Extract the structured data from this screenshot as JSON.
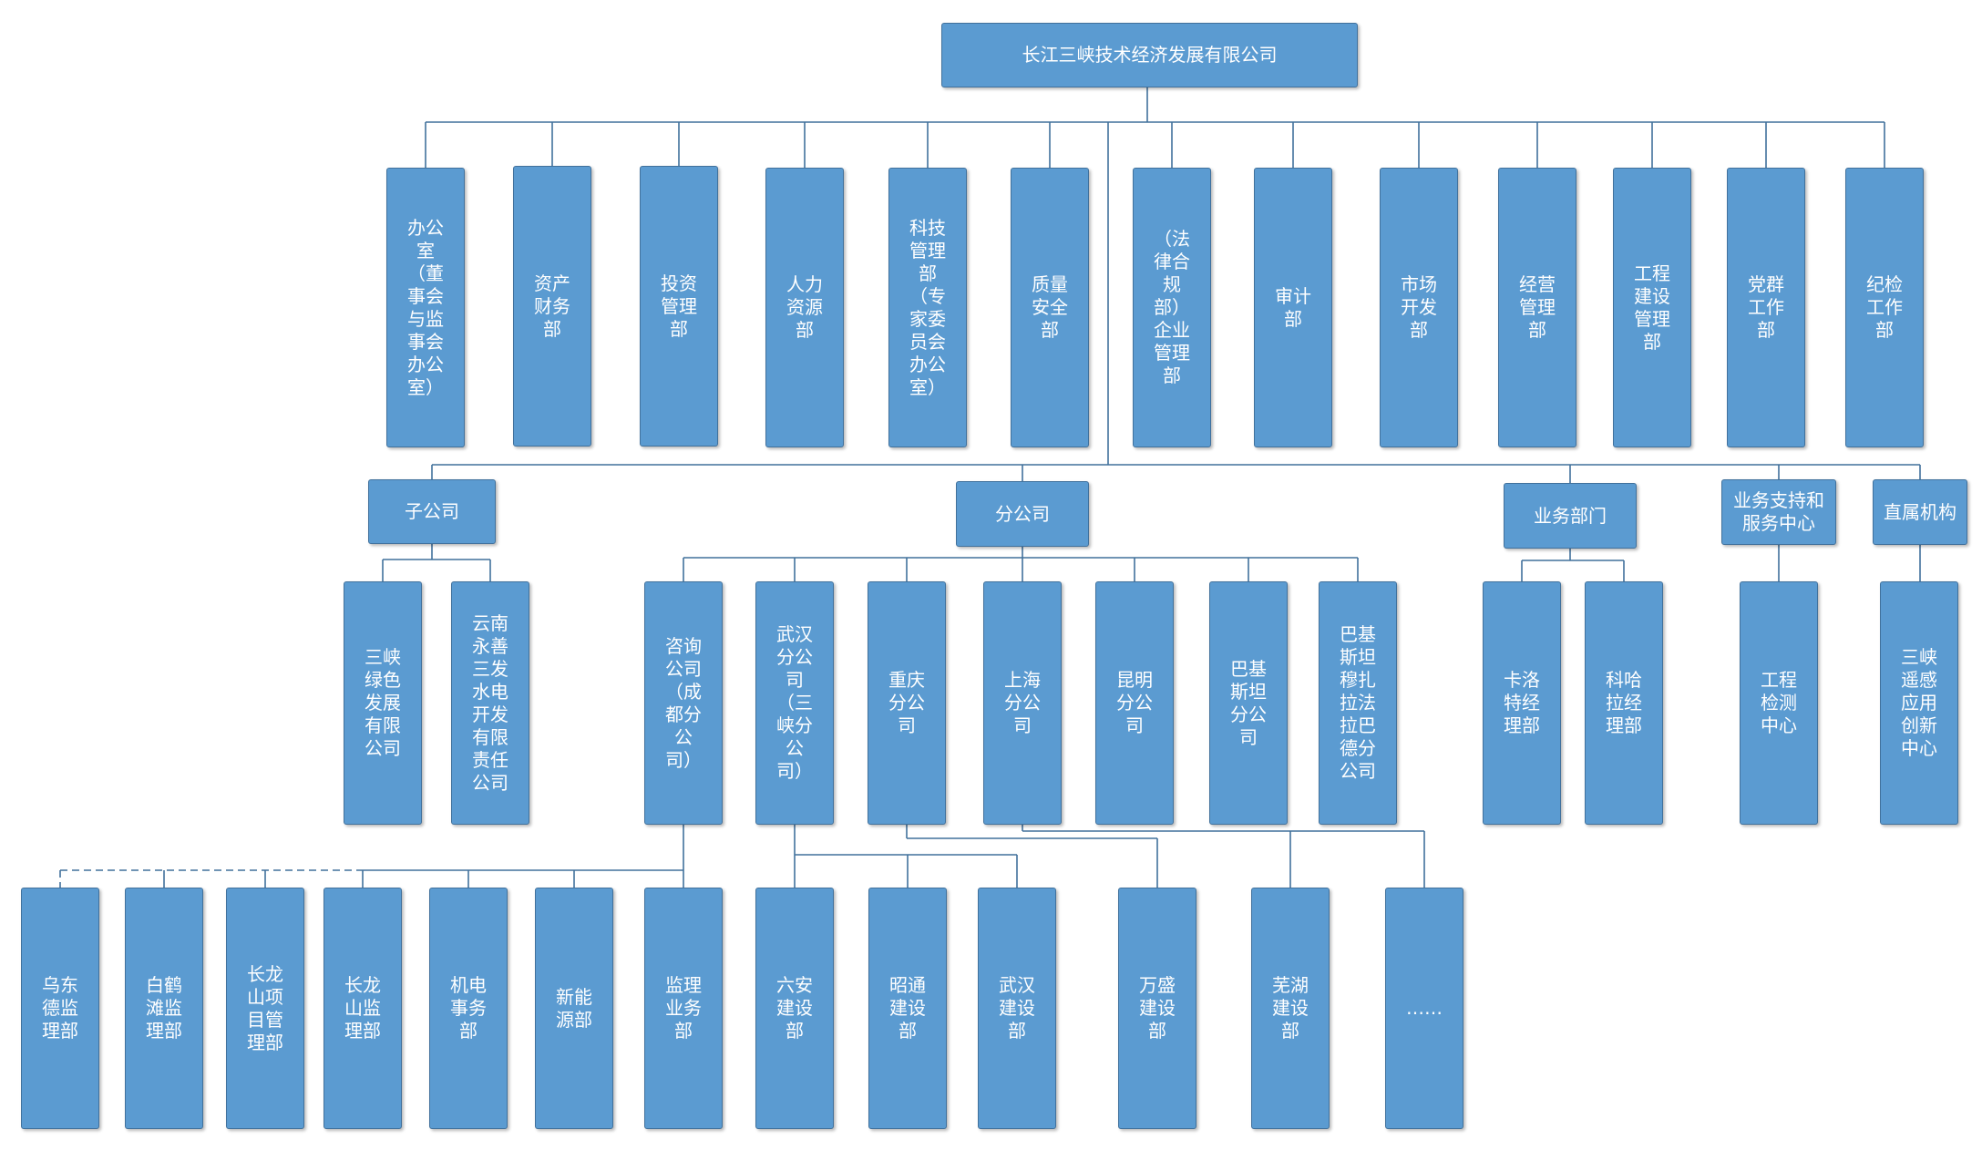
{
  "root": {
    "label": "长江三峡技术经济发展有限公司"
  },
  "departments": [
    {
      "label": "办公室（董事会与监事会办公室）"
    },
    {
      "label": "资产财务部"
    },
    {
      "label": "投资管理部"
    },
    {
      "label": "人力资源部"
    },
    {
      "label": "科技管理部（专家委员会办公室）"
    },
    {
      "label": "质量安全部"
    },
    {
      "label": "（法律合规部）企业管理部"
    },
    {
      "label": "审计部"
    },
    {
      "label": "市场开发部"
    },
    {
      "label": "经营管理部"
    },
    {
      "label": "工程建设管理部"
    },
    {
      "label": "党群工作部"
    },
    {
      "label": "纪检工作部"
    }
  ],
  "categories": {
    "subsidiary": "子公司",
    "branch": "分公司",
    "business": "业务部门",
    "support": "业务支持和服务中心",
    "direct": "直属机构"
  },
  "subsidiaries": [
    {
      "label": "三峡绿色发展有限公司"
    },
    {
      "label": "云南永善三发水电开发有限责任公司"
    }
  ],
  "branches": [
    {
      "label": "咨询公司（成都分公司）"
    },
    {
      "label": "武汉分公司（三峡分公司）"
    },
    {
      "label": "重庆分公司"
    },
    {
      "label": "上海分公司"
    },
    {
      "label": "昆明分公司"
    },
    {
      "label": "巴基斯坦分公司"
    },
    {
      "label": "巴基斯坦穆扎拉法拉巴德分公司"
    }
  ],
  "business_units": [
    {
      "label": "卡洛特经理部"
    },
    {
      "label": "科哈拉经理部"
    }
  ],
  "support_units": [
    {
      "label": "工程检测中心"
    }
  ],
  "direct_units": [
    {
      "label": "三峡遥感应用创新中心"
    }
  ],
  "consulting_units": [
    {
      "label": "乌东德监理部"
    },
    {
      "label": "白鹤滩监理部"
    },
    {
      "label": "长龙山项目管理部"
    },
    {
      "label": "长龙山监理部"
    },
    {
      "label": "机电事务部"
    },
    {
      "label": "新能源部"
    },
    {
      "label": "监理业务部"
    }
  ],
  "wuhan_units": [
    {
      "label": "六安建设部"
    },
    {
      "label": "昭通建设部"
    },
    {
      "label": "武汉建设部"
    }
  ],
  "shanghai_units": [
    {
      "label": "万盛建设部"
    },
    {
      "label": "芜湖建设部"
    },
    {
      "label": "……"
    }
  ],
  "colors": {
    "box_fill": "#5b9bd1",
    "box_border": "#41719c",
    "text": "#ffffff",
    "line": "#41719c"
  }
}
